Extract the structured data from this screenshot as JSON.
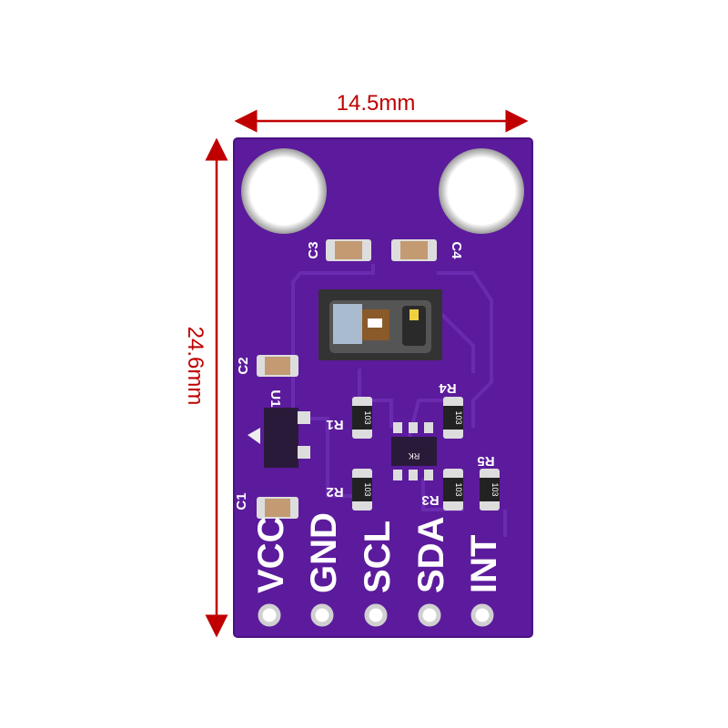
{
  "dimensions": {
    "width_label": "14.5mm",
    "height_label": "24.6mm",
    "arrow_color": "#c00000"
  },
  "board": {
    "color": "#5b1b9c",
    "pins": [
      "VCC",
      "GND",
      "SCL",
      "SDA",
      "INT"
    ],
    "components": {
      "capacitors": [
        "C1",
        "C2",
        "C3",
        "C4"
      ],
      "resistors": [
        "R1",
        "R2",
        "R3",
        "R4",
        "R5"
      ],
      "regulator": "U1",
      "resistor_marking": "103",
      "ic_marking": "RK"
    }
  }
}
